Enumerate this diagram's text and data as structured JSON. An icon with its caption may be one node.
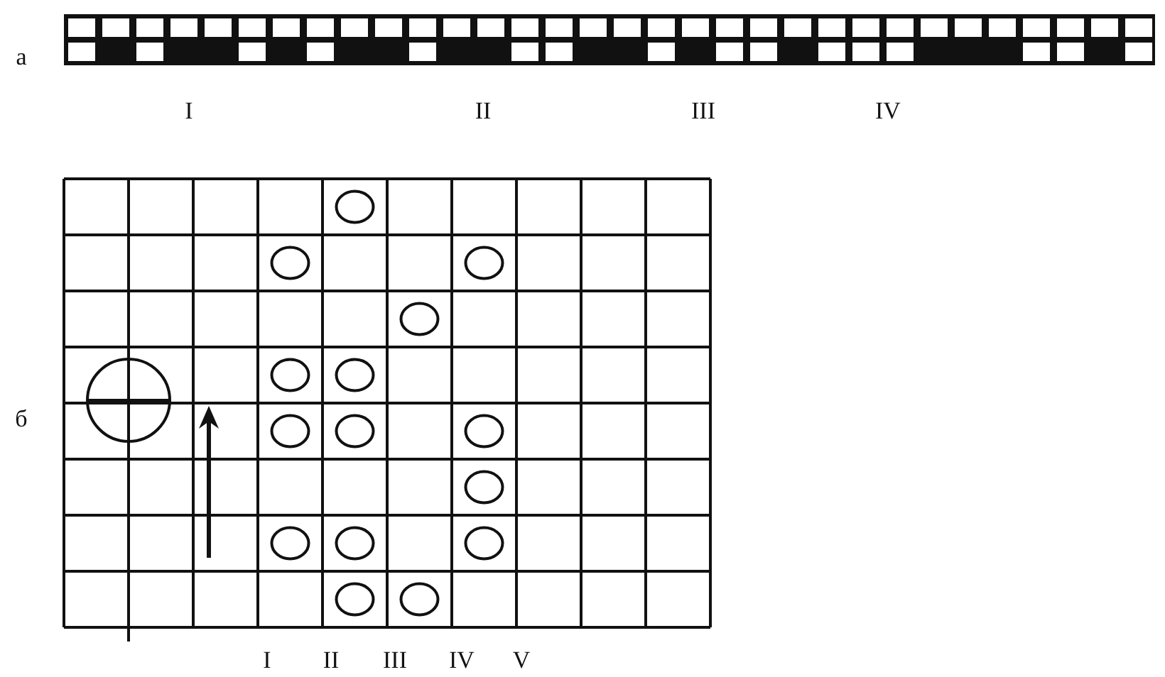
{
  "diagram": {
    "labels": [
      "а",
      "I",
      "II",
      "III",
      "IV",
      "б",
      "I",
      "II",
      "III",
      "IV",
      "V"
    ]
  }
}
